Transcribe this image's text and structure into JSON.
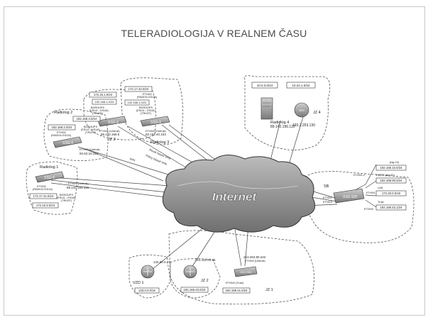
{
  "title": "TELERADIOLOGIJA V REALNEM ČASU",
  "cloud": {
    "label": "Internet"
  },
  "sites": {
    "jz4": {
      "ip_a": "10.0.3.0/24",
      "ip_b": "10.24.1.0/24",
      "radiolog_label": "Radiolog 4",
      "radiolog_ip": "89.142.196.122",
      "name": "JZ 4",
      "ip": "193.2.253.130"
    },
    "jz3": {
      "subnet": "172.16.1.0/24",
      "sub1": "192.168.1.0/24",
      "bgroups": "BGROUPS",
      "bgroups_range": "(ESU3 – ESU6)",
      "trust": "(TRUST)",
      "eth0": "ETH0/0 (Untrust)",
      "ip": "89.142.168.5",
      "name": "JZ 3",
      "device": "SSG-5"
    },
    "radiolog3": {
      "subnet": "172.17.42.0/24",
      "eth": "ETH0/2",
      "eth_role": "(RADIOLOGIJA)",
      "sub1": "192.168.1.0/24",
      "bgroups": "BGROUPS",
      "bgroups_range": "(ESU3 – ESU6)",
      "trust": "(TRUST)",
      "eth0": "ETH0/0 (Untrust)",
      "ip": "82.162.40.103",
      "name": "Radiolog 3",
      "device": "SSG-5"
    },
    "radiolog2": {
      "name": "Radiolog 2",
      "sub_a": "192.168.3.0/24",
      "sub_b": "192.168.2.0/24",
      "eth": "ETH0/2",
      "eth_role": "(RADIOLOGIJA)",
      "bgroups": "BGROUPS",
      "bgroups_range": "(ESU3 – ESU6)",
      "trust": "(TRUST)",
      "eth0": "ETH0/0 (Untrust)",
      "ip": "92.53.16.113",
      "device": "SSG-5"
    },
    "radiolog1": {
      "name": "Radiolog 1",
      "eth": "ETH0/2",
      "eth_role": "(RADIOLOGIJA)",
      "sub_a": "172.17.41.0/24",
      "bgroups": "BGROUPS",
      "bgroups_range": "(ESU3 – ESU6)",
      "trust": "(TRUST)",
      "sub_b": "172.16.3.0/24",
      "eth0": "ETH0/0 (Untrust)",
      "ip": "89.142.193.131",
      "device": "SSG-5"
    },
    "sb": {
      "name": "SB",
      "device": "SSG 520",
      "eth1": "ETH0/1.2",
      "eth1_role": "(tag 10)",
      "eth1_ip": "192.168.10.0/24",
      "dosti": "DOSTI (tag 90)",
      "dosti_ip": "192.168.90.0/24",
      "lan": "LAN",
      "lan_ip": "172.20.0.0/16",
      "eth01": "ETH0/1",
      "eth2": "ETH0/2",
      "eth3": "ETH0/3",
      "eth0": "ETH0/0",
      "trust": "Trust",
      "trust_ip": "192.168.42.1/24"
    },
    "jz1": {
      "ip": "213.253.80.242",
      "eth0": "ETH0/0 (Untrust)",
      "device": "SSG 550",
      "eth_trust": "ETH0/0 (Trust)",
      "subnet": "192.168.41.0/24",
      "name": "JZ 1"
    },
    "jz2": {
      "ip": "212.118.93.26",
      "name": "JZ 2",
      "subnet": "192.168.43.0/24"
    },
    "vzd1": {
      "ip": "134.84.0.17",
      "name": "VZD 1",
      "subnet": "133.0.0.0/16"
    }
  },
  "vpn": {
    "a": "Route-based VPN",
    "b": "Policy-based VPN",
    "c": "VPN"
  }
}
